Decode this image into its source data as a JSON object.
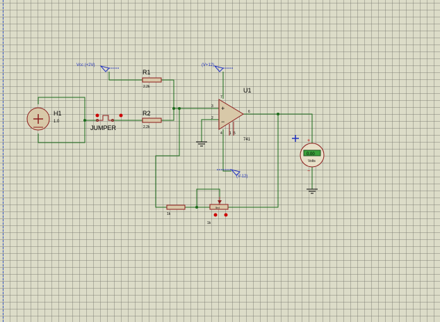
{
  "labels": {
    "vcc_pos2": "Vcc (+2V)",
    "vcc_pos12": "(V+12)",
    "vcc_neg12": "(V-12)",
    "r1_name": "R1",
    "r1_value": "2.2k",
    "r2_name": "R2",
    "r2_value": "2.2k",
    "h1_name": "H1",
    "h1_value": "1.0",
    "jumper": "JUMPER",
    "u1_name": "U1",
    "u1_part": "741",
    "pin3": "3",
    "pin2": "2",
    "pin6": "6",
    "pin7": "7",
    "pin4": "4",
    "pin1": "1",
    "pin5": "5",
    "rf_value": "1k",
    "pot_value": "1k",
    "pot_label": "5rd",
    "voltmeter_reading": "0.00",
    "voltmeter_unit": "Volts"
  },
  "colors": {
    "wire": "#1a6a1a",
    "component": "#8b1a1a",
    "component_fill": "#d8c8a8",
    "terminal_label": "#2030c0",
    "pin_dot": "#cc0000",
    "background": "#dcdcc8"
  }
}
